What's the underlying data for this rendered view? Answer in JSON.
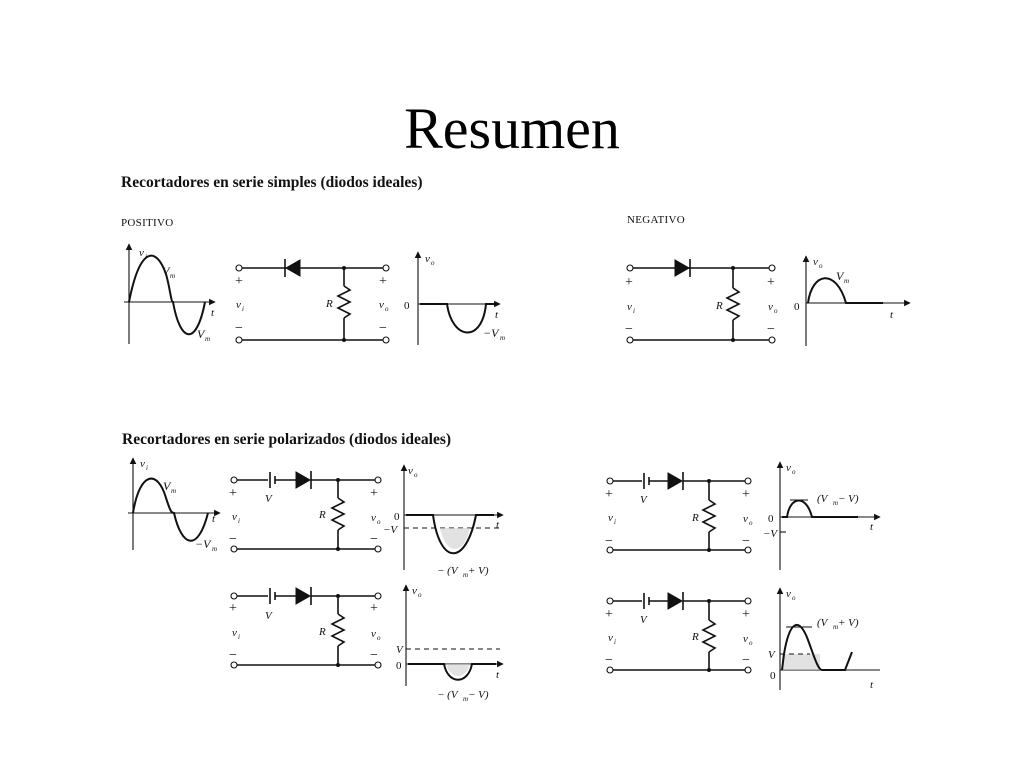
{
  "slide": {
    "title": "Resumen"
  },
  "sections": {
    "simple": {
      "heading": "Recortadores en serie simples (diodos ideales)",
      "positive_label": "POSITIVO",
      "negative_label": "NEGATIVO"
    },
    "biased": {
      "heading": "Recortadores en serie polarizados (diodos ideales)"
    }
  },
  "labels": {
    "vi": "v",
    "vi_sub": "i",
    "vo": "v",
    "vo_sub": "o",
    "t": "t",
    "R": "R",
    "V": "V",
    "Vm": "V",
    "m_sub": "m",
    "neg_Vm": "−V",
    "zero": "0",
    "neg_V": "−V",
    "plus": "+",
    "minus": "−",
    "annot_neg_vm_plus_v": "− (V",
    "annot_neg_vm_plus_v_tail": " + V)",
    "annot_neg_vm_minus_v": "− (V",
    "annot_neg_vm_minus_v_tail": " − V)",
    "annot_vm_minus_v": "(V",
    "annot_vm_minus_v_tail": " − V)",
    "annot_vm_plus_v": "(V",
    "annot_vm_plus_v_tail": " + V)"
  }
}
